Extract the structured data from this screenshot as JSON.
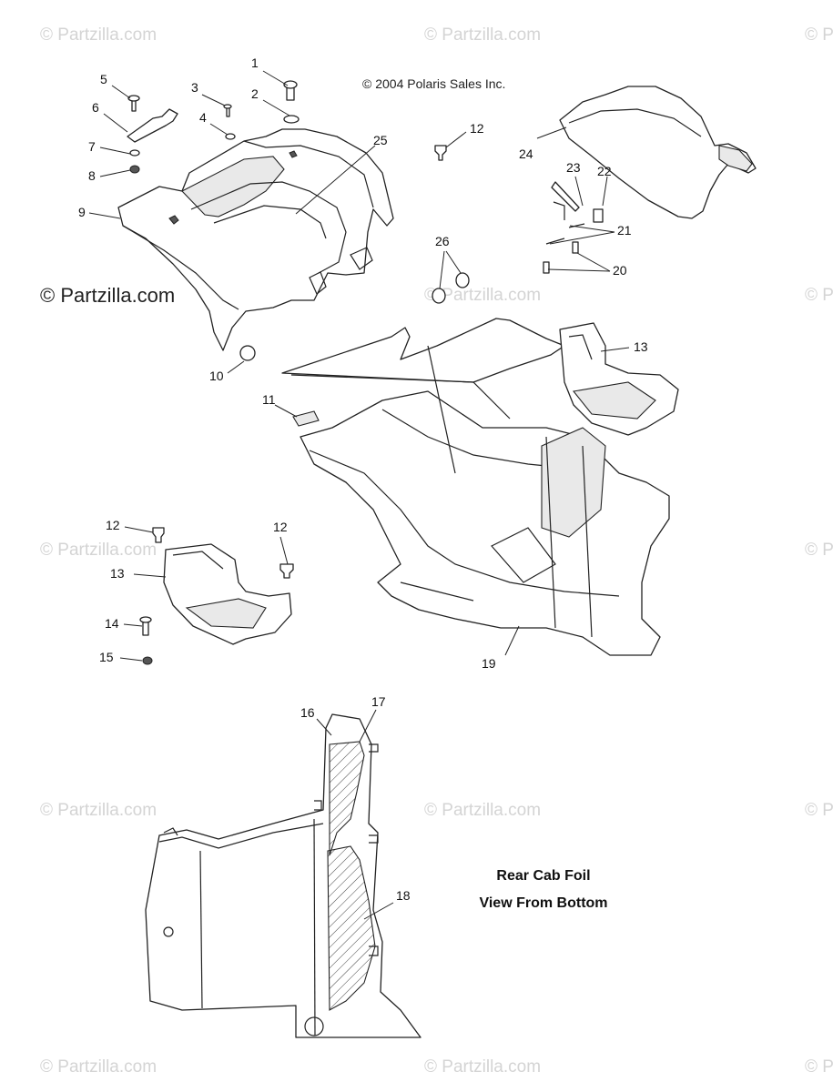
{
  "watermark": "© Partzilla.com",
  "watermark_partial": "© P",
  "copyright": "© 2004 Polaris Sales Inc.",
  "callouts": {
    "c1": "1",
    "c2": "2",
    "c3": "3",
    "c4": "4",
    "c5": "5",
    "c6": "6",
    "c7": "7",
    "c8": "8",
    "c9": "9",
    "c10": "10",
    "c11": "11",
    "c12a": "12",
    "c12b": "12",
    "c12c": "12",
    "c13a": "13",
    "c13b": "13",
    "c14": "14",
    "c15": "15",
    "c16": "16",
    "c17": "17",
    "c18": "18",
    "c19": "19",
    "c20": "20",
    "c21": "21",
    "c22": "22",
    "c23": "23",
    "c24": "24",
    "c25": "25",
    "c26": "26"
  },
  "caption": {
    "line1": "Rear Cab Foil",
    "line2": "View From Bottom"
  }
}
